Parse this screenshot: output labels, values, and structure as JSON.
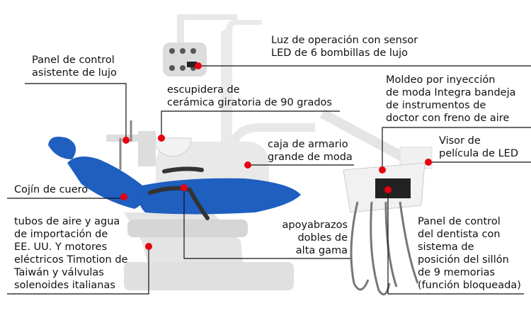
{
  "labels": {
    "light": "Luz de operación con sensor\nLED de 6 bombillas de lujo",
    "assistant_panel": "Panel de control\nasistente de lujo",
    "spittoon": "escupidera de\ncerámica giratoria de 90 grados",
    "cabinet": "caja de armario\ngrande de moda",
    "tray": "Moldeo por inyección\nde moda Integra bandeja\nde instrumentos de\ndoctor con freno de aire",
    "viewer": "Visor de\npelícula de LED",
    "cushion": "Cojín de cuero",
    "armrests": "apoyabrazos\ndobles de\nalta gama",
    "tubes": "tubos de aire y agua\nde importación de\nEE. UU. Y motores\neléctricos Timotion de\nTaiwán y válvulas\nsolenoides italianas",
    "dentist_panel": "Panel de control\ndel dentista con\nsistema de\nposición del sillón\nde 9 memorias\n(función bloqueada)"
  },
  "colors": {
    "dot": "#e60012",
    "upholstery": "#1f5fbf",
    "body": "#ececec",
    "line": "#111111"
  }
}
